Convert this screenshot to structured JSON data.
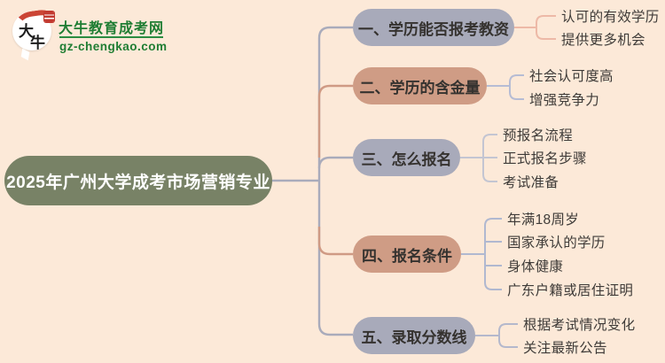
{
  "logo": {
    "bubble_text": "大牛",
    "bubble_char_top": "大",
    "bubble_char_bottom": "牛",
    "title": "大牛教育成考网",
    "domain": "gz-chengkao.com"
  },
  "root": {
    "label": "2025年广州大学成考市场营销专业"
  },
  "branches": [
    {
      "label": "一、学历能否报考教资",
      "pill_color": "#a8aaba",
      "bracket_color": "#edb9a7",
      "children": [
        "认可的有效学历",
        "提供更多机会"
      ]
    },
    {
      "label": "二、学历的含金量",
      "pill_color": "#cf9c85",
      "bracket_color": "#b6bcd4",
      "children": [
        "社会认可度高",
        "增强竞争力"
      ]
    },
    {
      "label": "三、怎么报名",
      "pill_color": "#a8aaba",
      "bracket_color": "#c3c5d2",
      "children": [
        "预报名流程",
        "正式报名步骤",
        "考试准备"
      ]
    },
    {
      "label": "四、报名条件",
      "pill_color": "#cf9c85",
      "bracket_color": "#b0b8d0",
      "children": [
        "年满18周岁",
        "国家承认的学历",
        "身体健康",
        "广东户籍或居住证明"
      ]
    },
    {
      "label": "五、录取分数线",
      "pill_color": "#a8aaba",
      "bracket_color": "#b4b8cc",
      "children": [
        "根据考试情况变化",
        "关注最新公告"
      ]
    }
  ],
  "colors": {
    "background": "#fce9d8",
    "root_fill": "#788266",
    "root_text": "#ffffff",
    "node_gray": "#a8aaba",
    "node_salmon": "#cf9c85",
    "trunk_gray": "#a9abbb",
    "trunk_salmon": "#cf9a84",
    "logo_green": "#1f7d33",
    "seal_red": "#c23a30"
  }
}
